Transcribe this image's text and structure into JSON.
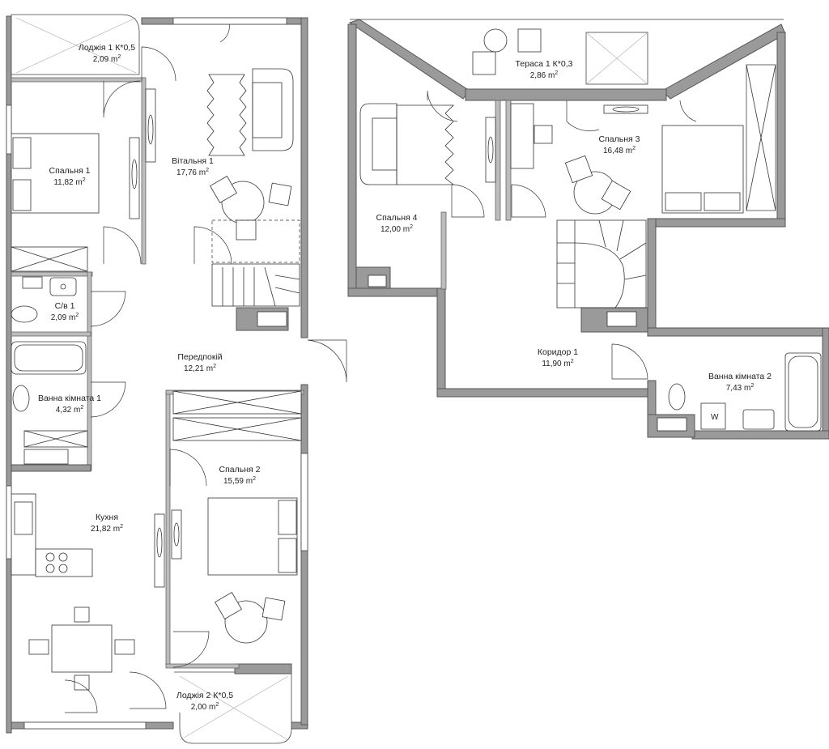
{
  "units": {
    "area_unit": "m",
    "area_power": "2"
  },
  "rooms": [
    {
      "name": "Лоджія 1 К*0,5",
      "area": "2,09"
    },
    {
      "name": "Спальня 1",
      "area": "11,82"
    },
    {
      "name": "Вітальня 1",
      "area": "17,76"
    },
    {
      "name": "С/в 1",
      "area": "2,09"
    },
    {
      "name": "Передпокій",
      "area": "12,21"
    },
    {
      "name": "Ванна кімната 1",
      "area": "4,32"
    },
    {
      "name": "Кухня",
      "area": "21,82"
    },
    {
      "name": "Спальня 2",
      "area": "15,59"
    },
    {
      "name": "Лоджія 2 К*0,5",
      "area": "2,00"
    },
    {
      "name": "Тераса 1 К*0,3",
      "area": "2,86"
    },
    {
      "name": "Спальня 3",
      "area": "16,48"
    },
    {
      "name": "Спальня 4",
      "area": "12,00"
    },
    {
      "name": "Коридор 1",
      "area": "11,90"
    },
    {
      "name": "Ванна кімната 2",
      "area": "7,43"
    }
  ],
  "fixtures": {
    "washer_label": "W"
  },
  "icons": [
    "door-swing-icon",
    "bed-icon",
    "sofa-icon",
    "armchair-icon",
    "round-table-icon",
    "staircase-icon",
    "toilet-icon",
    "sink-icon",
    "bathtub-icon",
    "stove-icon",
    "wardrobe-icon",
    "rug-icon"
  ],
  "colors": {
    "wall": "#9a9a9a",
    "line": "#333333",
    "background": "#ffffff"
  }
}
